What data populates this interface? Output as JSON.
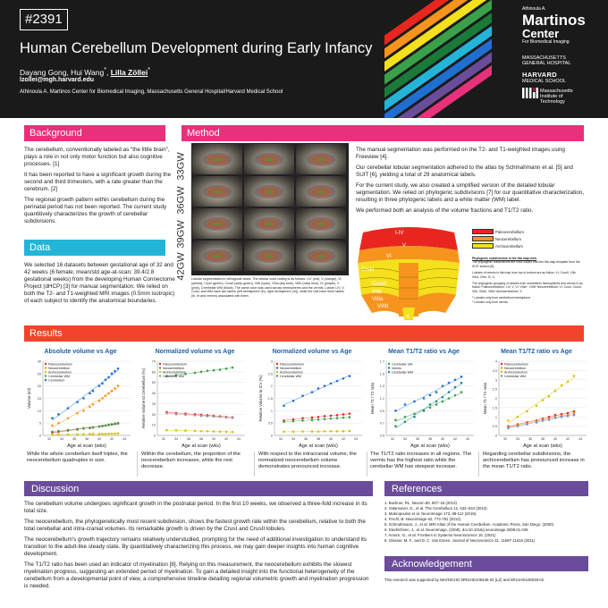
{
  "header": {
    "poster_id": "#2391",
    "title": "Human Cerebellum Development during Early Infancy",
    "authors_plain": "Dayang Gong, Hui Wang",
    "authors_mark1": "*",
    "authors_sep": ", ",
    "authors_last": "Lilla Zöllei",
    "authors_mark2": "*",
    "email": "lzollei@mgh.harvard.edu",
    "affiliation": "Athinoula A. Martinos Center for Biomedical Imaging, Massachusetts General Hospital/Harvard Medical School",
    "martinos_small": "Athinoula A.",
    "martinos_1": "Martinos",
    "martinos_2": "Center",
    "martinos_sub": "For Biomedical Imaging",
    "mgh_1": "MASSACHUSETTS",
    "mgh_2": "GENERAL HOSPITAL",
    "harvard_1": "HARVARD",
    "harvard_2": "MEDICAL SCHOOL",
    "mit_1": "Massachusetts",
    "mit_2": "Institute of",
    "mit_3": "Technology"
  },
  "background": {
    "heading": "Background",
    "p1": "The cerebellum, conventionally labeled as \"the little brain\", plays a role in not only motor function but also cognitive processes. [1]",
    "p2": "It has been reported to have a significant growth during the second and third trimesters, with a rate greater than the cerebrum. [2]",
    "p3": "The regional growth pattern within cerebellum during the perinatal period has not been reported. The current study quantitively characterizes the growth of cerebellar subdivisions."
  },
  "data_section": {
    "heading": "Data",
    "p1": "We selected 16 datasets between gestational age of 32 and 42 weeks (6 female; mean/std age-at-scan: 39.4/2.8 gestational weeks) from the developing Human Connectome Project (dHCP) [3] for manual segmentation. We relied on both the T2- and T1-weighted MRI images (0.5mm isotropic) of each subject to identify the anatomical boundaries."
  },
  "method": {
    "heading": "Method",
    "gw": [
      "33GW",
      "36GW",
      "39GW",
      "42GW"
    ],
    "caption": "Lobular segmentation in orthogonal views: The lobular color coding is as follows: I-IV (red), V (orange), VI (yellow), CrusI (green), CrusII (deep green), VIIb (cyan), VIIIa (sky blue), VIIIb (navy blue), IX (purple), X (pink), Cerebellar WM (black). The same color was used across hemispheres and the vermis. Lobule I-IV, V, CrusI, and WM have two labels (left hemisphere (lh), right hemisphere (rh)), while the rest have three labels (lh, rh and vermis) associated with them.",
    "p1": "The manual segmentation was performed on the T2- and T1-weighted images using Freeview [4].",
    "p2": "Our cerebellar lobular segmentation adhered to the atlas by Schmahmann et al. [5] and SUIT [6], yielding a total of 29 anatomical labels.",
    "p3": "For the current study, we also created a simplified version of the detailed lobular segmentation. We relied on phylogenic subdivisions [7] for our quantitative characterization, resulting in three phylogenic labels and a white matter (WM) label.",
    "p4": "We performed both an analysis of the volume fractions and T1/T2 ratio.",
    "map_labels": [
      "I-IV",
      "V",
      "VI",
      "CrusI",
      "CrusII",
      "VIIb",
      "VIIIa",
      "VIIIb",
      "IX",
      "X"
    ],
    "legend": [
      "Paleocerebellum",
      "Neocerebellum",
      "Archicerebellum"
    ],
    "legend_colors": [
      "#e8261f",
      "#f7941d",
      "#f4e11c"
    ],
    "notes_title": "Phylogenic subdivisions in the flat map view",
    "notes_1": "The phylogenic subdivisions are color-coded onto the flat-map template from the SUIT toolbox [6].",
    "notes_2": "Lobules of vermis in flat map from top to bottom are as follow: VI, CrusII, VIIb, VIIIa, VIIIb, IX, X",
    "notes_3": "The phylogenic grouping of lobules from cerebellum hemispheres and vermis is as follow: Paleocerebellum: I-IV, V, VI, VIIIa*, VIIIb* Neocerebellum: VI, CrusI, CrusII, VIIb, VIIIa*, VIIIb* Archicerebellum: X",
    "notes_4": "* Lobules only from cerebellum hemisphere",
    "notes_5": "* Lobules only from vermis"
  },
  "results": {
    "heading": "Results",
    "descriptions": [
      "While the whole cerebellum itself triples, the neocerebellum quadruples in size.",
      "Within the cerebellum, the proportion of the neocerebellum increases, while the rest decrease.",
      "With respect to the intracranial volume, the normalized neocerebellum volume demonstrates pronounced increase.",
      "The T1/T2 ratio increases in all regions. The vermis has the highest ratio while the cerebellar WM has steepest increase.",
      "Regarding cerebellar subdivisions, the archicerebellum has pronounced increase in the mean T1/T2 ratio."
    ]
  },
  "chart_data": [
    {
      "type": "scatter",
      "title": "Absolute volume vs Age",
      "xlabel": "Age at scan (wks)",
      "ylabel": "Volume (ml)",
      "xlim": [
        31,
        45
      ],
      "ylim": [
        0,
        30
      ],
      "xticks": [
        32,
        34,
        36,
        38,
        40,
        42,
        44
      ],
      "yticks": [
        0,
        5,
        10,
        15,
        20,
        25,
        30
      ],
      "series": [
        {
          "name": "Paleocerebellum",
          "color": "#e8261f",
          "x": [
            32.5,
            33.5,
            35,
            36.5,
            37.5,
            38.5,
            39,
            40,
            40.5,
            41,
            41.5,
            42,
            42.5,
            43
          ],
          "y": [
            1.2,
            1.5,
            2,
            2.4,
            2.8,
            3,
            3.2,
            3.6,
            3.8,
            4,
            4.3,
            4.5,
            4.8,
            5
          ]
        },
        {
          "name": "Neocerebellum",
          "color": "#f7941d",
          "x": [
            32.5,
            33.5,
            35,
            36.5,
            37.5,
            38.5,
            39,
            40,
            40.5,
            41,
            41.5,
            42,
            42.5,
            43
          ],
          "y": [
            4,
            5,
            7,
            9,
            10,
            11.5,
            12.5,
            14,
            15,
            16,
            17,
            18,
            19,
            20
          ]
        },
        {
          "name": "Archicerebellum",
          "color": "#d4c400",
          "x": [
            32.5,
            33.5,
            35,
            36.5,
            37.5,
            38.5,
            39,
            40,
            40.5,
            41,
            41.5,
            42,
            42.5,
            43
          ],
          "y": [
            0.3,
            0.35,
            0.4,
            0.45,
            0.5,
            0.55,
            0.55,
            0.6,
            0.62,
            0.65,
            0.7,
            0.72,
            0.75,
            0.8
          ]
        },
        {
          "name": "Cerebellar WM",
          "color": "#3aa04a",
          "x": [
            32.5,
            33.5,
            35,
            36.5,
            37.5,
            38.5,
            39,
            40,
            40.5,
            41,
            41.5,
            42,
            42.5,
            43
          ],
          "y": [
            1.5,
            1.8,
            2.2,
            2.6,
            2.9,
            3.1,
            3.3,
            3.6,
            3.8,
            4,
            4.2,
            4.4,
            4.6,
            4.8
          ]
        },
        {
          "name": "Cerebellum",
          "color": "#1f6fd0",
          "x": [
            32.5,
            33.5,
            35,
            36.5,
            37.5,
            38.5,
            39,
            40,
            40.5,
            41,
            41.5,
            42,
            42.5,
            43
          ],
          "y": [
            7,
            8.5,
            11,
            13.5,
            15,
            17,
            18,
            20,
            21,
            22.5,
            23.5,
            25,
            26,
            27
          ]
        }
      ]
    },
    {
      "type": "scatter",
      "title": "Normalized volume vs Age",
      "xlabel": "Age at scan (wks)",
      "ylabel": "Relative Volume to Cerebellum (%)",
      "xlim": [
        31,
        45
      ],
      "ylim": [
        0,
        70
      ],
      "xticks": [
        32,
        34,
        36,
        38,
        40,
        42,
        44
      ],
      "yticks": [
        0,
        10,
        20,
        30,
        40,
        50,
        60,
        70
      ],
      "series": [
        {
          "name": "Paleocerebellum",
          "color": "#e8261f",
          "x": [
            32.5,
            34,
            35.5,
            37,
            38,
            39,
            40,
            41,
            42,
            43
          ],
          "y": [
            22,
            21,
            20.5,
            20,
            19.5,
            19,
            18.5,
            18,
            17.5,
            17
          ]
        },
        {
          "name": "Neocerebellum",
          "color": "#3aa04a",
          "x": [
            32.5,
            34,
            35.5,
            37,
            38,
            39,
            40,
            41,
            42,
            43
          ],
          "y": [
            56,
            57,
            58,
            59,
            60,
            61,
            61.5,
            62,
            63,
            64
          ]
        },
        {
          "name": "Archicerebellum",
          "color": "#d4c400",
          "x": [
            32.5,
            34,
            35.5,
            37,
            38,
            39,
            40,
            41,
            42,
            43
          ],
          "y": [
            5,
            4.8,
            4.5,
            4.3,
            4.1,
            4,
            3.8,
            3.6,
            3.5,
            3.3
          ]
        },
        {
          "name": "Cerebellar WM",
          "color": "#999999",
          "x": [
            32.5,
            34,
            35.5,
            37,
            38,
            39,
            40,
            41,
            42,
            43
          ],
          "y": [
            21,
            20,
            19.5,
            19,
            18.5,
            18,
            17.8,
            17.5,
            17,
            16.5
          ]
        }
      ]
    },
    {
      "type": "scatter",
      "title": "Normalized volume vs Age",
      "xlabel": "Age at scan (wks)",
      "ylabel": "Relative Volume to ICV (%)",
      "xlim": [
        31,
        45
      ],
      "ylim": [
        0,
        3
      ],
      "xticks": [
        32,
        34,
        36,
        38,
        40,
        42,
        44
      ],
      "yticks": [
        0,
        0.5,
        1,
        1.5,
        2,
        2.5,
        3
      ],
      "series": [
        {
          "name": "Paleocerebellum",
          "color": "#e8261f",
          "x": [
            32.5,
            34,
            35.5,
            37,
            38,
            39,
            40,
            41,
            42,
            43
          ],
          "y": [
            0.6,
            0.65,
            0.7,
            0.72,
            0.75,
            0.78,
            0.8,
            0.82,
            0.85,
            0.88
          ]
        },
        {
          "name": "Neocerebellum",
          "color": "#1f6fd0",
          "x": [
            32.5,
            34,
            35.5,
            37,
            38,
            39,
            40,
            41,
            42,
            43
          ],
          "y": [
            1.2,
            1.4,
            1.6,
            1.75,
            1.9,
            2.0,
            2.1,
            2.2,
            2.3,
            2.4
          ]
        },
        {
          "name": "Archicerebellum",
          "color": "#d4c400",
          "x": [
            32.5,
            34,
            35.5,
            37,
            38,
            39,
            40,
            41,
            42,
            43
          ],
          "y": [
            0.15,
            0.15,
            0.16,
            0.16,
            0.16,
            0.17,
            0.17,
            0.17,
            0.17,
            0.18
          ]
        },
        {
          "name": "Cerebellar WM",
          "color": "#3aa04a",
          "x": [
            32.5,
            34,
            35.5,
            37,
            38,
            39,
            40,
            41,
            42,
            43
          ],
          "y": [
            0.55,
            0.58,
            0.6,
            0.62,
            0.64,
            0.66,
            0.68,
            0.7,
            0.72,
            0.74
          ]
        }
      ]
    },
    {
      "type": "scatter",
      "title": "Mean T1/T2 ratio vs Age",
      "xlabel": "Age at scan (wks)",
      "ylabel": "Mean T1 / T2 ratio",
      "xlim": [
        31,
        45
      ],
      "ylim": [
        0.5,
        1.7
      ],
      "xticks": [
        32,
        34,
        36,
        38,
        40,
        42,
        44
      ],
      "yticks": [
        0.5,
        0.7,
        0.9,
        1.1,
        1.3,
        1.5,
        1.7
      ],
      "series": [
        {
          "name": "Cerebellar GM",
          "color": "#3aa04a",
          "x": [
            32.5,
            34,
            35.5,
            37,
            38,
            39,
            40,
            41,
            42,
            43
          ],
          "y": [
            0.75,
            0.8,
            0.85,
            0.9,
            0.95,
            1.0,
            1.05,
            1.1,
            1.15,
            1.2
          ]
        },
        {
          "name": "Vermis",
          "color": "#1f6fd0",
          "x": [
            32.5,
            34,
            35.5,
            37,
            38,
            39,
            40,
            41,
            42,
            43
          ],
          "y": [
            0.9,
            1.0,
            1.05,
            1.1,
            1.15,
            1.2,
            1.3,
            1.35,
            1.4,
            1.45
          ]
        },
        {
          "name": "Cerebellar WM",
          "color": "#1a8a8a",
          "x": [
            32.5,
            34,
            35.5,
            37,
            38,
            39,
            40,
            41,
            42,
            43
          ],
          "y": [
            0.65,
            0.72,
            0.8,
            0.9,
            1.0,
            1.05,
            1.12,
            1.2,
            1.28,
            1.35
          ]
        }
      ]
    },
    {
      "type": "scatter",
      "title": "Mean T1/T2 ratio vs Age",
      "xlabel": "Age at scan (wks)",
      "ylabel": "Mean T1 / T2 ratio",
      "xlim": [
        31,
        45
      ],
      "ylim": [
        0,
        4
      ],
      "xticks": [
        32,
        34,
        36,
        38,
        40,
        42,
        44
      ],
      "yticks": [
        0,
        0.5,
        1,
        1.5,
        2,
        2.5,
        3,
        3.5,
        4
      ],
      "series": [
        {
          "name": "Paleocerebellum",
          "color": "#e8261f",
          "x": [
            32.5,
            34,
            35.5,
            37,
            38,
            39,
            40,
            41,
            42,
            43
          ],
          "y": [
            0.5,
            0.6,
            0.7,
            0.8,
            0.9,
            1.0,
            1.1,
            1.15,
            1.2,
            1.3
          ]
        },
        {
          "name": "Neocerebellum",
          "color": "#f7941d",
          "x": [
            32.5,
            34,
            35.5,
            37,
            38,
            39,
            40,
            41,
            42,
            43
          ],
          "y": [
            0.45,
            0.55,
            0.65,
            0.75,
            0.85,
            0.9,
            1.0,
            1.05,
            1.1,
            1.2
          ]
        },
        {
          "name": "Archicerebellum",
          "color": "#d4c400",
          "x": [
            32.5,
            34,
            35.5,
            37,
            38,
            39,
            40,
            41,
            42,
            43
          ],
          "y": [
            0.8,
            1.0,
            1.3,
            1.6,
            1.9,
            2.1,
            2.4,
            2.7,
            2.9,
            3.2
          ]
        },
        {
          "name": "Cerebellar WM",
          "color": "#6a8fd0",
          "x": [
            32.5,
            34,
            35.5,
            37,
            38,
            39,
            40,
            41,
            42,
            43
          ],
          "y": [
            0.4,
            0.5,
            0.6,
            0.7,
            0.8,
            0.85,
            0.95,
            1.0,
            1.05,
            1.1
          ]
        }
      ]
    }
  ],
  "discussion": {
    "heading": "Discussion",
    "p1": "The cerebellum volume undergoes significant growth in the postnatal period. In the first 10 weeks, we observed a three-fold increase in its total size.",
    "p2": "The neocerebellum, the phylogenetically most recent subdivision, shows the fastest growth rate within the cerebellum, relative to both the total cerebellar and intra-cranial volumes. Its remarkable growth is driven by the CrusI and CrusII lobules.",
    "p3": "The neocerebellum's growth trajectory remains relatively understudied, prompting for the need of additional investigation to understand its transition to the adult-like steady state. By quantitatively characterizing this process, we may gain deeper insights into human cognitive development.",
    "p4": "The T1/T2 ratio has been used an indicator of myelination [8]. Relying on this measurement, the neocerebellum exhibits the slowest myelination progress, suggesting an extended period of myelination. To gain a detailed insight into the functional heterogeneity of the cerebellum from a developmental point of view, a comprehensive timeline detailing regional volumetric growth and myelination progression is needed."
  },
  "references": {
    "heading": "References",
    "items": [
      "1. Buckner, RL. Neuron 80, 807–15 (2013)",
      "2. Vatansever, D., et al. The Cerebellum 12, 632–644 (2013)",
      "3. Makropoulos et al. NeuroImage 173, 88-112 (2018).",
      "4. Fischl, B. NeuroImage 62, 774-781 (2012).",
      "5. Schmahmann, J., et al. MRI Atlas of the Human Cerebellum. Academic Press, San Diego. (2000)",
      "6. Diedrichsen, J., et al. NeuroImage, (2009). doi:10.1016/j.neuroimage.2009.01.045",
      "7. Amore, G., et al. Frontiers in Systems Neuroscience 15, (2021)",
      "8. Glasser, M. F., and D. C. Van Essen. Journal of Neuroscience 31, 11597-11616 (2011)"
    ]
  },
  "acknowledgement": {
    "heading": "Acknowledgement",
    "text": "This research was supported by NIH/NICHD 5R01HD109436-02 (LZ) and 5R21HD106038-02."
  }
}
